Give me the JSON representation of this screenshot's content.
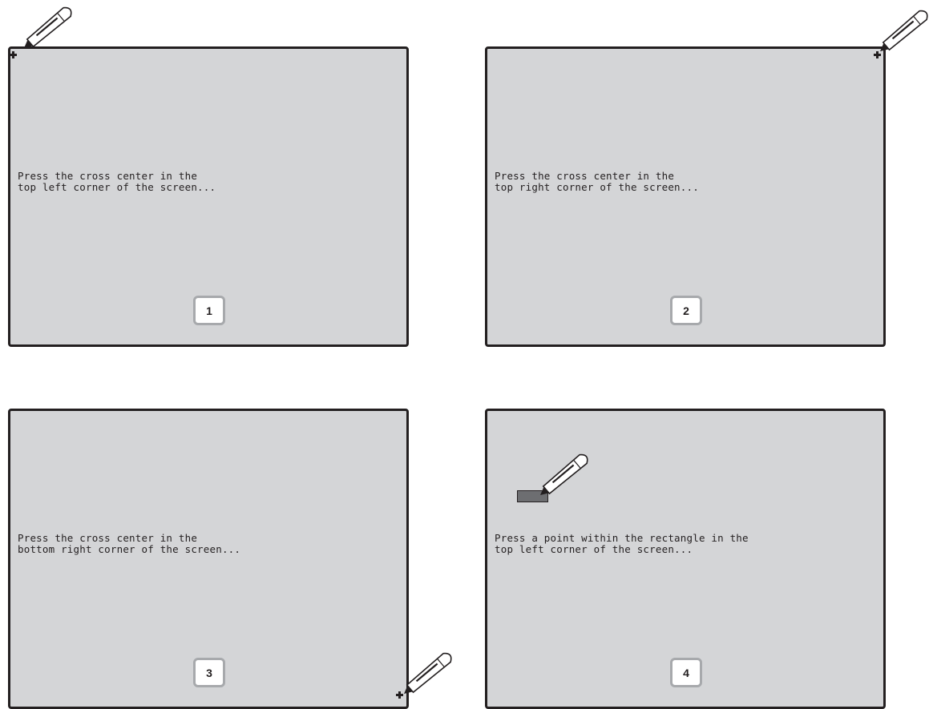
{
  "steps": [
    {
      "number": "1",
      "instruction_line1": "Press the cross center in the",
      "instruction_line2": "top left corner of the screen..."
    },
    {
      "number": "2",
      "instruction_line1": "Press the cross center in the",
      "instruction_line2": "top right corner of the screen..."
    },
    {
      "number": "3",
      "instruction_line1": "Press the cross center in the",
      "instruction_line2": "bottom right corner of the screen..."
    },
    {
      "number": "4",
      "instruction_line1": "Press a point within the rectangle in the",
      "instruction_line2": "top left corner of the screen..."
    }
  ],
  "icons": {
    "cross": "crosshair-icon",
    "pen": "stylus-pen-icon",
    "target": "target-rectangle"
  },
  "colors": {
    "screen_background": "#d4d5d7",
    "screen_border": "#231f20",
    "badge_border": "#a7a9ac",
    "target_fill": "#6d6e71"
  }
}
